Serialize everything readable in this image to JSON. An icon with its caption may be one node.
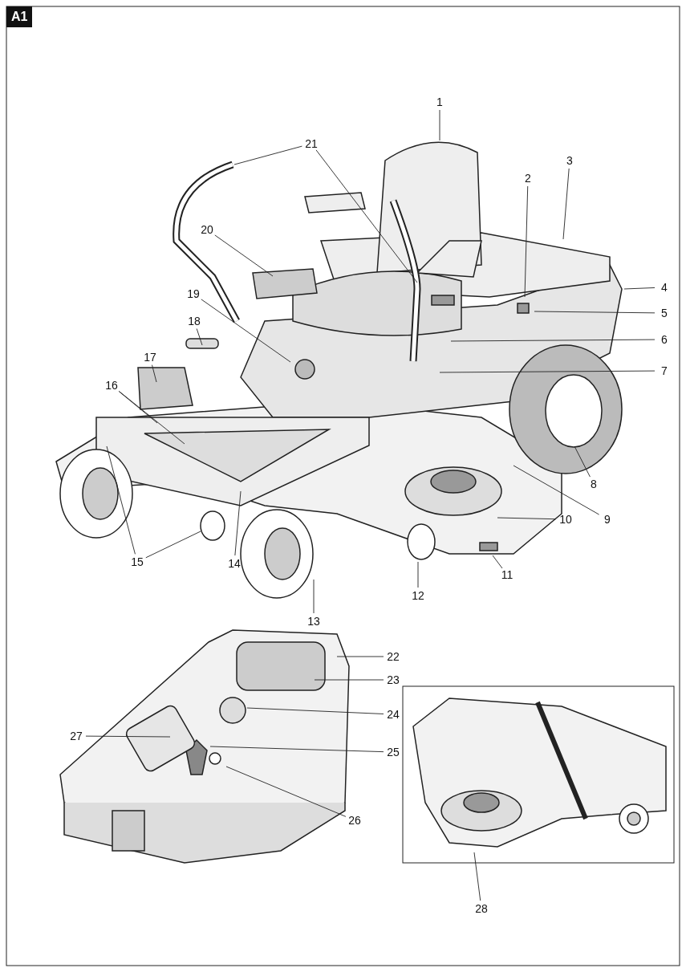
{
  "diagram": {
    "nodes": [
      {
        "text": [
          "1"
        ]
      },
      {
        "text": [
          "2"
        ]
      },
      {
        "text": [
          "3"
        ]
      },
      {
        "text": [
          "4"
        ]
      },
      {
        "text": [
          "5"
        ]
      },
      {
        "text": [
          "6"
        ]
      },
      {
        "text": [
          "7"
        ]
      },
      {
        "text": [
          "8"
        ]
      },
      {
        "text": [
          "9"
        ]
      },
      {
        "text": [
          "10"
        ]
      },
      {
        "text": [
          "11"
        ]
      },
      {
        "text": [
          "12"
        ]
      },
      {
        "text": [
          "13"
        ]
      },
      {
        "text": [
          "14"
        ]
      },
      {
        "text": [
          "15"
        ]
      },
      {
        "text": [
          "16"
        ]
      },
      {
        "text": [
          "17"
        ]
      },
      {
        "text": [
          "18"
        ]
      },
      {
        "text": [
          "19"
        ]
      },
      {
        "text": [
          "20"
        ]
      },
      {
        "text": [
          "21"
        ]
      },
      {
        "text": [
          "22"
        ]
      },
      {
        "text": [
          "23"
        ]
      },
      {
        "text": [
          "24"
        ]
      },
      {
        "text": [
          "25"
        ]
      },
      {
        "text": [
          "26"
        ]
      },
      {
        "text": [
          "27"
        ]
      },
      {
        "text": [
          "28"
        ]
      },
      {
        "text": [],
        "shape": "picture"
      }
    ],
    "edges": [
      {
        "from": 0,
        "to": null,
        "arrow": "none"
      },
      {
        "from": 1,
        "to": null,
        "arrow": "none"
      },
      {
        "from": 2,
        "to": null,
        "arrow": "none"
      },
      {
        "from": 3,
        "to": null,
        "arrow": "none"
      },
      {
        "from": 4,
        "to": null,
        "arrow": "none"
      },
      {
        "from": 5,
        "to": null,
        "arrow": "none"
      },
      {
        "from": 6,
        "to": null,
        "arrow": "none"
      },
      {
        "from": 7,
        "to": null,
        "arrow": "none"
      },
      {
        "from": 8,
        "to": null,
        "arrow": "none"
      },
      {
        "from": 9,
        "to": null,
        "arrow": "none"
      },
      {
        "from": 10,
        "to": null,
        "arrow": "none"
      },
      {
        "from": 11,
        "to": null,
        "arrow": "none"
      },
      {
        "from": 12,
        "to": null,
        "arrow": "none"
      },
      {
        "from": 13,
        "to": null,
        "arrow": "none"
      },
      {
        "from": 14,
        "to": null,
        "arrow": "none"
      },
      {
        "from": 14,
        "to": null,
        "arrow": "none"
      },
      {
        "from": 15,
        "to": null,
        "arrow": "none"
      },
      {
        "from": 15,
        "to": null,
        "arrow": "none"
      },
      {
        "from": 16,
        "to": null,
        "arrow": "none"
      },
      {
        "from": 17,
        "to": null,
        "arrow": "none"
      },
      {
        "from": 18,
        "to": null,
        "arrow": "none"
      },
      {
        "from": 19,
        "to": null,
        "arrow": "none"
      },
      {
        "from": 20,
        "to": null,
        "arrow": "none"
      },
      {
        "from": 20,
        "to": null,
        "arrow": "none"
      },
      {
        "from": 21,
        "to": null,
        "arrow": "none"
      },
      {
        "from": 22,
        "to": null,
        "arrow": "none"
      },
      {
        "from": 23,
        "to": null,
        "arrow": "none"
      },
      {
        "from": 24,
        "to": null,
        "arrow": "none"
      },
      {
        "from": 25,
        "to": null,
        "arrow": "none"
      },
      {
        "from": 26,
        "to": null,
        "arrow": "none"
      },
      {
        "from": 27,
        "to": 28,
        "arrow": "none"
      }
    ],
    "labels": [
      "A1"
    ]
  }
}
